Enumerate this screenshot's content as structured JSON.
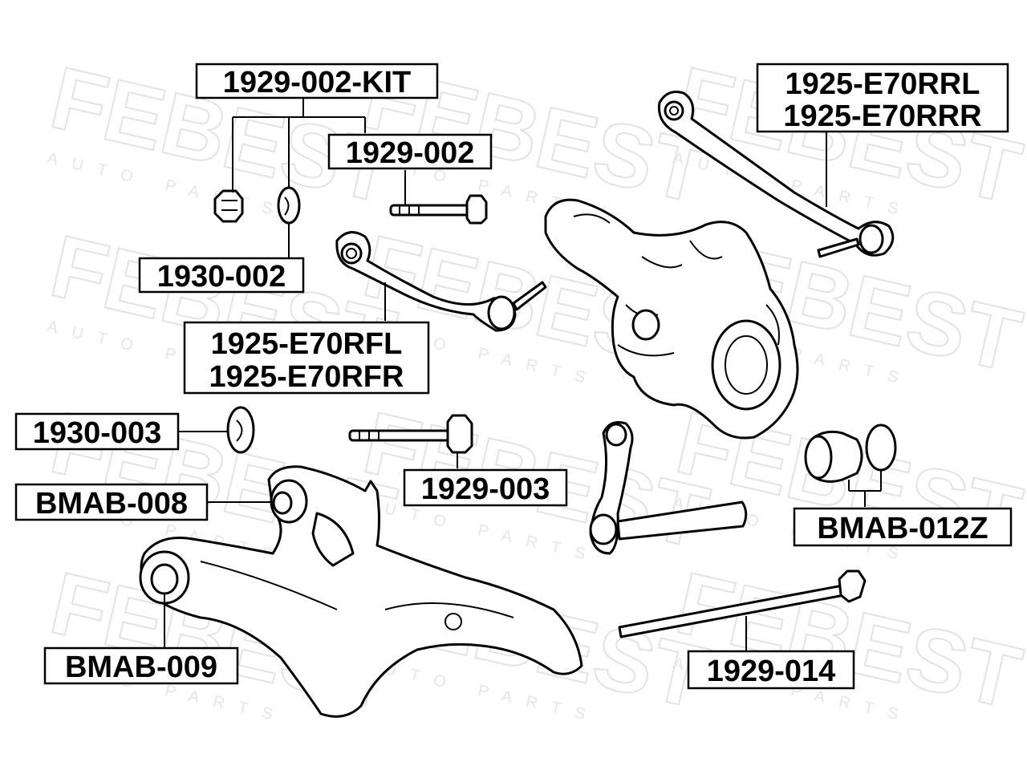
{
  "watermark": {
    "brand": "FEBEST",
    "sub": "AUTO PARTS"
  },
  "labels": {
    "kit": "1929-002-KIT",
    "bolt_002": "1929-002",
    "nut_1930_002": "1930-002",
    "arm_rf_l": "1925-E70RFL",
    "arm_rf_r": "1925-E70RFR",
    "nut_1930_003": "1930-003",
    "bolt_003": "1929-003",
    "bush_008": "BMAB-008",
    "bush_009": "BMAB-009",
    "arm_rr_l": "1925-E70RRL",
    "arm_rr_r": "1925-E70RRR",
    "bush_012z": "BMAB-012Z",
    "bolt_014": "1929-014"
  }
}
